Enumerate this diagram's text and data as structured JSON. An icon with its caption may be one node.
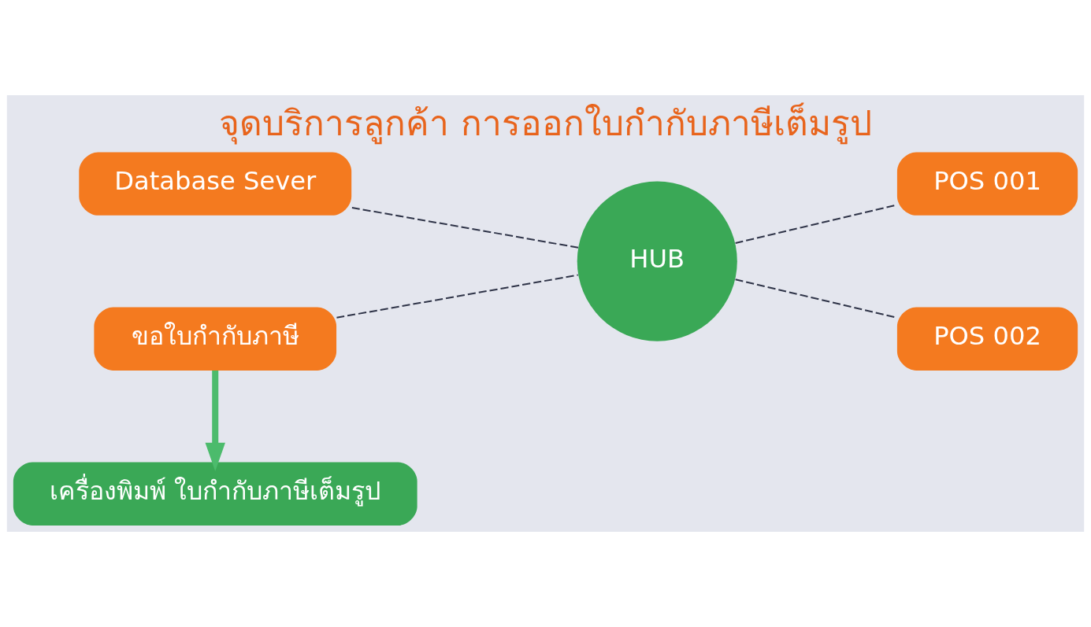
{
  "diagram": {
    "title": "จุดบริการลูกค้า การออกใบกำกับภาษีเต็มรูป",
    "nodes": [
      {
        "text": [
          "Database Sever"
        ]
      },
      {
        "text": [
          "HUB"
        ]
      },
      {
        "text": [
          "POS 001"
        ]
      },
      {
        "text": [
          "POS 002"
        ]
      },
      {
        "text": [
          "ขอใบกำกับภาษี"
        ]
      },
      {
        "text": [
          "เครื่องพิมพ์ ใบกำกับภาษีเต็มรูป"
        ]
      }
    ],
    "edges": [
      {
        "from": 0,
        "to": 1,
        "arrow": "none",
        "style": "dashed"
      },
      {
        "from": 4,
        "to": 1,
        "arrow": "none",
        "style": "dashed"
      },
      {
        "from": 1,
        "to": 2,
        "arrow": "none",
        "style": "dashed"
      },
      {
        "from": 1,
        "to": 3,
        "arrow": "none",
        "style": "dashed"
      },
      {
        "from": 4,
        "to": 5,
        "arrow": "to",
        "style": "thick",
        "color": "#4cbb6c"
      }
    ]
  }
}
